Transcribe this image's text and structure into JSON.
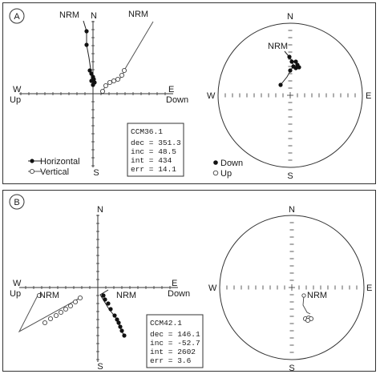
{
  "panels": [
    {
      "id": "A",
      "zijderveld": {
        "n": "N",
        "s": "S",
        "e": "E",
        "w": "W",
        "up": "Up",
        "down": "Down",
        "nrm_h": "NRM",
        "nrm_v": "NRM",
        "legend": {
          "horizontal": "Horizontal",
          "vertical": "Vertical"
        }
      },
      "info": {
        "sample": "CCM36.1",
        "dec": "dec  = 351.3",
        "inc": "inc  = 48.5",
        "int": "int  = 434",
        "err": "err  = 14.1"
      },
      "stereonet": {
        "n": "N",
        "s": "S",
        "e": "E",
        "w": "W",
        "nrm": "NRM",
        "legend": {
          "down": "Down",
          "up": "Up"
        }
      }
    },
    {
      "id": "B",
      "zijderveld": {
        "n": "N",
        "s": "S",
        "e": "E",
        "w": "W",
        "up": "Up",
        "down": "Down",
        "nrm_h": "NRM",
        "nrm_v": "NRM"
      },
      "info": {
        "sample": "CCM42.1",
        "dec": "dec  = 146.1",
        "inc": "inc  = -52.7",
        "int": "int  = 2602",
        "err": "err  = 3.6"
      },
      "stereonet": {
        "n": "N",
        "s": "S",
        "e": "E",
        "w": "W",
        "nrm": "NRM"
      }
    }
  ]
}
